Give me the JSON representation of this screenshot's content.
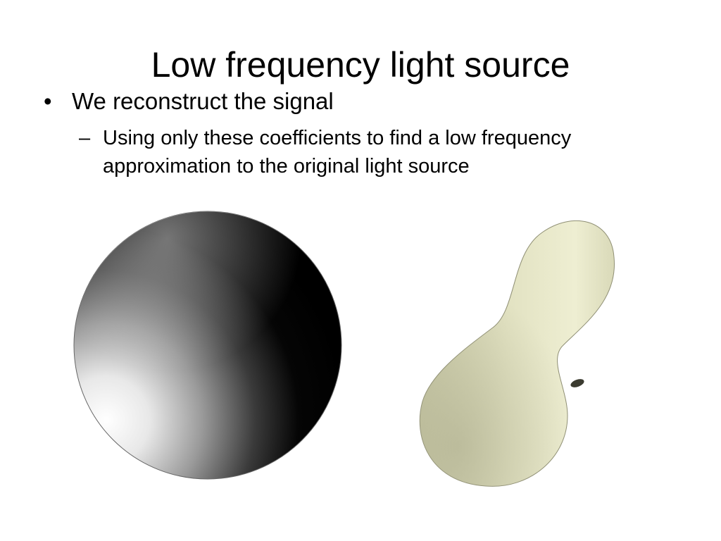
{
  "slide": {
    "title": "Low frequency light source",
    "bullets": [
      {
        "marker": "•",
        "text": "We reconstruct the signal",
        "sub": [
          {
            "marker": "–",
            "text": "Using only these coefficients to find a low frequency approximation to the original light source"
          }
        ]
      }
    ]
  },
  "figures": {
    "sphere_colors": {
      "light": "#ffffff",
      "dark": "#000000"
    },
    "lobe_color": "#e4e4c4"
  }
}
